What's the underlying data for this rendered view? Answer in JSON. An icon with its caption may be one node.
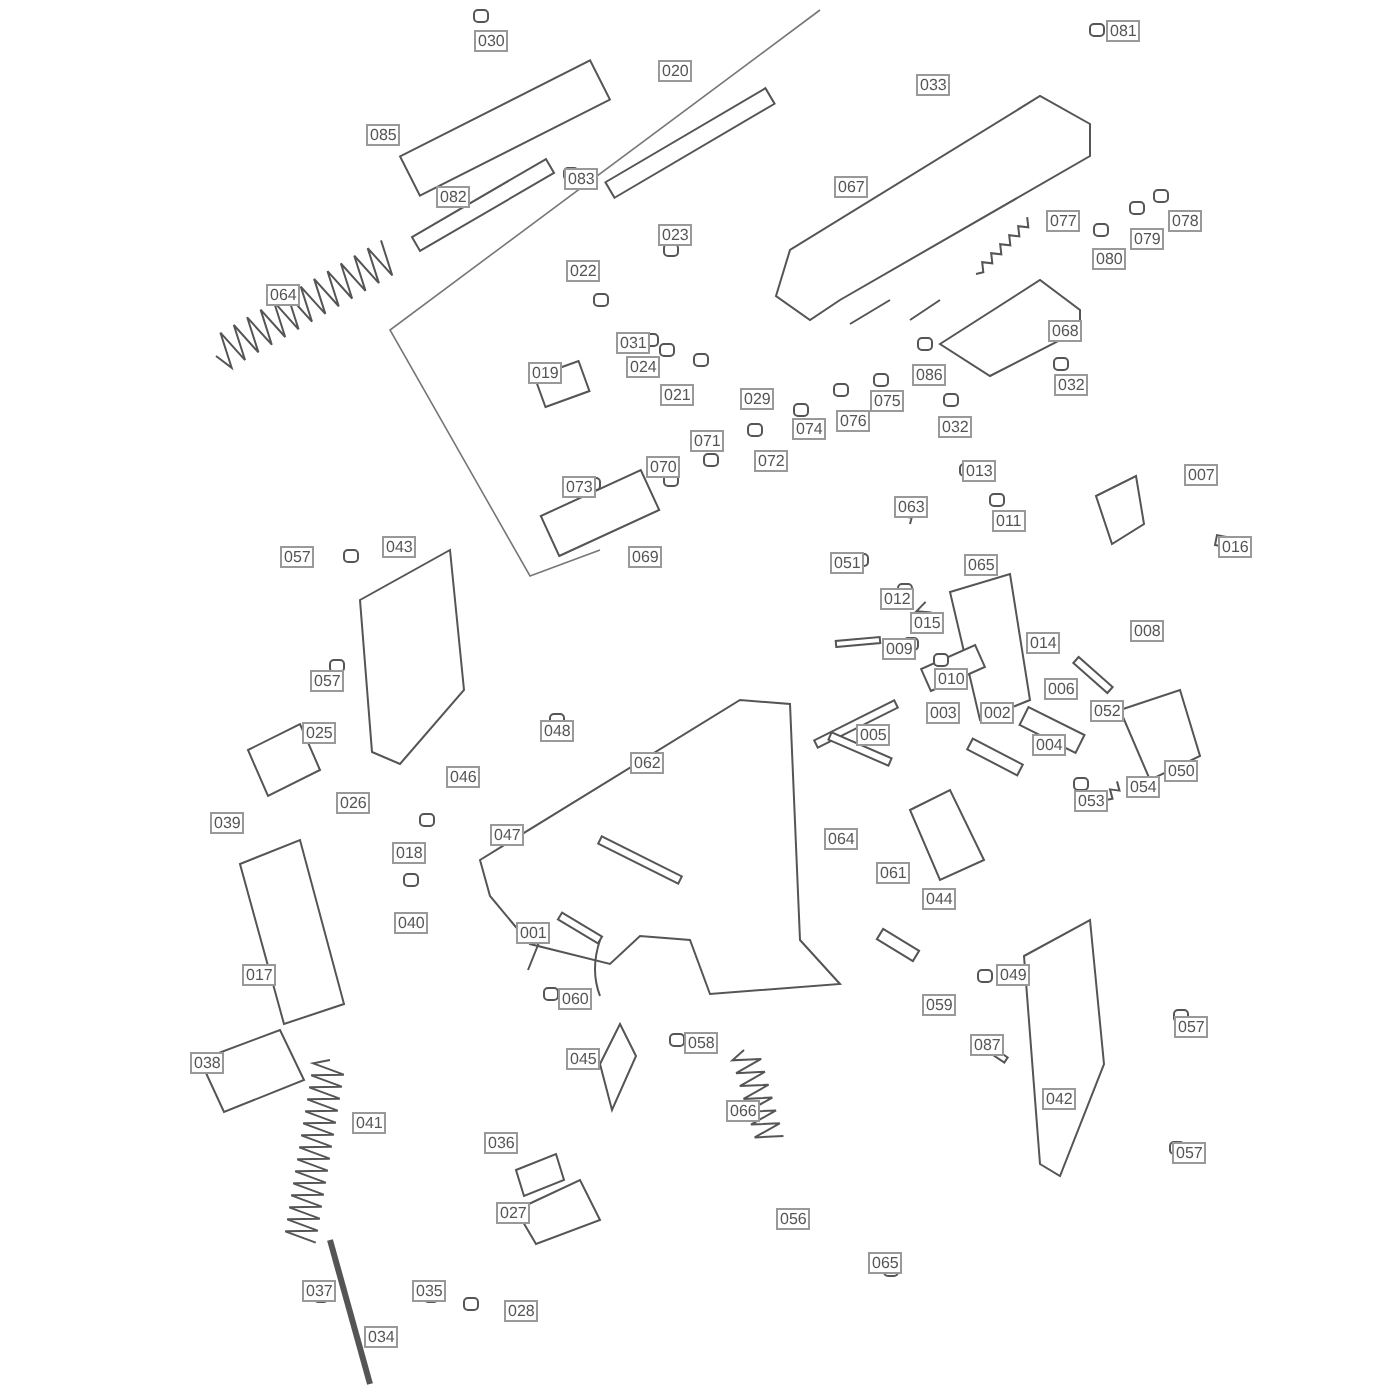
{
  "diagram": {
    "labels": [
      "030",
      "081",
      "020",
      "033",
      "085",
      "067",
      "083",
      "082",
      "077",
      "078",
      "079",
      "080",
      "023",
      "022",
      "064",
      "068",
      "031",
      "024",
      "086",
      "032",
      "021",
      "029",
      "019",
      "074",
      "076",
      "075",
      "032",
      "071",
      "072",
      "070",
      "013",
      "007",
      "073",
      "011",
      "063",
      "069",
      "057",
      "043",
      "016",
      "051",
      "065",
      "012",
      "015",
      "008",
      "014",
      "009",
      "057",
      "010",
      "006",
      "002",
      "003",
      "052",
      "048",
      "062",
      "005",
      "025",
      "004",
      "050",
      "046",
      "054",
      "053",
      "026",
      "039",
      "047",
      "018",
      "064",
      "061",
      "040",
      "001",
      "044",
      "017",
      "049",
      "060",
      "059",
      "057",
      "058",
      "087",
      "045",
      "038",
      "041",
      "042",
      "066",
      "036",
      "057",
      "027",
      "056",
      "037",
      "035",
      "028",
      "065",
      "034"
    ]
  }
}
